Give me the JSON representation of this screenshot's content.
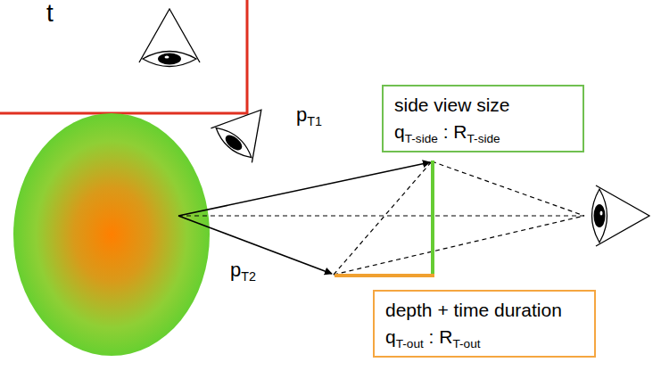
{
  "diagram": {
    "nodes": [
      {
        "text": [
          "side view size",
          "qT-side : RT-side"
        ]
      },
      {
        "text": [
          "depth + time duration",
          "qT-out : RT-out"
        ]
      }
    ],
    "labels": [
      "t",
      "pT1",
      "pT2"
    ]
  }
}
